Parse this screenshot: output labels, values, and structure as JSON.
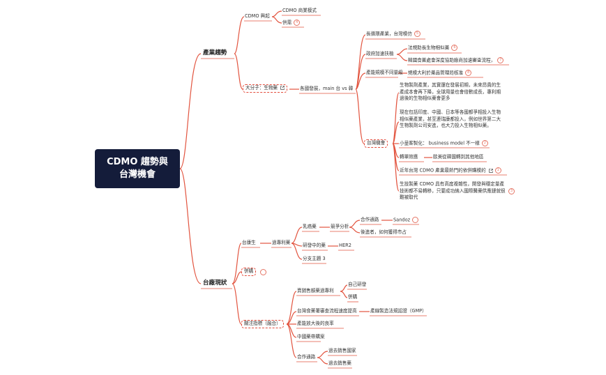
{
  "root": "CDMO 趨勢與台灣機會",
  "root_line1": "CDMO 趨勢與",
  "root_line2": "台灣機會",
  "branch_industry": "產業趨勢",
  "branch_taiwan": "台廠現狀",
  "cdmo_rise": "CDMO 興起",
  "cdmo_model": "CDMO 商業模式",
  "cdmo_case": "供需",
  "badge_4": "4",
  "big_molecule": "大分子：生物藥",
  "countries": "各國發展，main 台 vs 韓",
  "long_cycle": "長循環產業，台灣模仿",
  "badge_5": "5",
  "gov_support": "政府加速扶植",
  "law_biosimilar": "法規助長生物相似藥",
  "badge_6": "6",
  "korea_fda": "韓國食藥處會深度協助廠商加速審查流程，",
  "badge_7": "7",
  "capacity_diff": "產能規模不同量級",
  "capacity_diff_child": "規模大利於藥品管理局核准",
  "badge_8": "8",
  "tw_opportunity": "台灣機會",
  "op_text1": "生物製劑產業，其實還在發展初期，未來昂貴的生產成本會再下降，全球用量也會倍數成長，專利期過後的生物相似藥會更多",
  "op_text2": "現在包括印度、中國、日本等各國都爭相投入生物相似藥產業，甚至連瑞康都投入，例如世界第二大生物製劑公司安進，也大力投入生物相似藥。",
  "op_small_batch": "小量客製化： business model 不一樣",
  "badge_2": "2",
  "op_transfer": "轉單效應",
  "op_transfer_child": "歐美從韓國轉到其他地區",
  "op_hot": "近年台灣 CDMO 產業最熱門的依併購模的",
  "badge_1": "1",
  "op_text3": "生技製藥 CDMO 具有高度複雜性，開發與穩定量產技術都不易轉移，只要成功納入國際醫藥供應鏈就很難被取代",
  "badge_3": "3",
  "taiwan_bio": "台康生",
  "patent_drug": "過專利藥",
  "breast_cancer": "乳癌藥",
  "competition": "競爭分析",
  "cooperation": "合作通路",
  "sandoz": "Sandoz",
  "late_comer": "後進者，如何獲得市占",
  "in_dev": "研發中的藥",
  "her2": "HER2",
  "branch_topic3": "分支主題 3",
  "merger": "併購",
  "watch_index": "關注指標（融合）",
  "sales_patent": "賣銷售額藥過專利",
  "self_dev": "自己研發",
  "acquire": "併購",
  "tw_fda": "台灣食藥署審查流程速度提高",
  "gmp": "產線製造法規認證（GMP）",
  "capacity_rate": "產能放大後的良率",
  "china_purchase": "中國藥帶購案",
  "coop_channel": "合作通路",
  "past_sales_country": "過去銷售國家",
  "past_sales_drug": "過去銷售藥",
  "colors": {
    "branch_line": "#e2543f",
    "root_bg": "#141c3a",
    "dash_border": "#e24b3b"
  }
}
